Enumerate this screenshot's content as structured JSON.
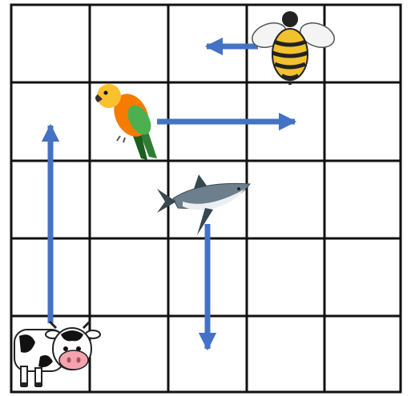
{
  "grid": {
    "rows": 5,
    "cols": 5,
    "line_color": "#111111",
    "background": "#ffffff"
  },
  "arrow_color": "#4472C4",
  "animals": [
    {
      "name": "bee",
      "icon": "bee-icon",
      "cell": [
        3,
        0
      ]
    },
    {
      "name": "parrot",
      "icon": "parrot-icon",
      "cell": [
        1,
        1
      ]
    },
    {
      "name": "shark",
      "icon": "shark-icon",
      "cell": [
        2,
        2
      ]
    },
    {
      "name": "cow",
      "icon": "cow-icon",
      "cell": [
        0,
        4
      ]
    }
  ],
  "moves": [
    {
      "animal": "bee",
      "direction": "left"
    },
    {
      "animal": "parrot",
      "direction": "right"
    },
    {
      "animal": "shark",
      "direction": "down"
    },
    {
      "animal": "cow",
      "direction": "up"
    }
  ]
}
